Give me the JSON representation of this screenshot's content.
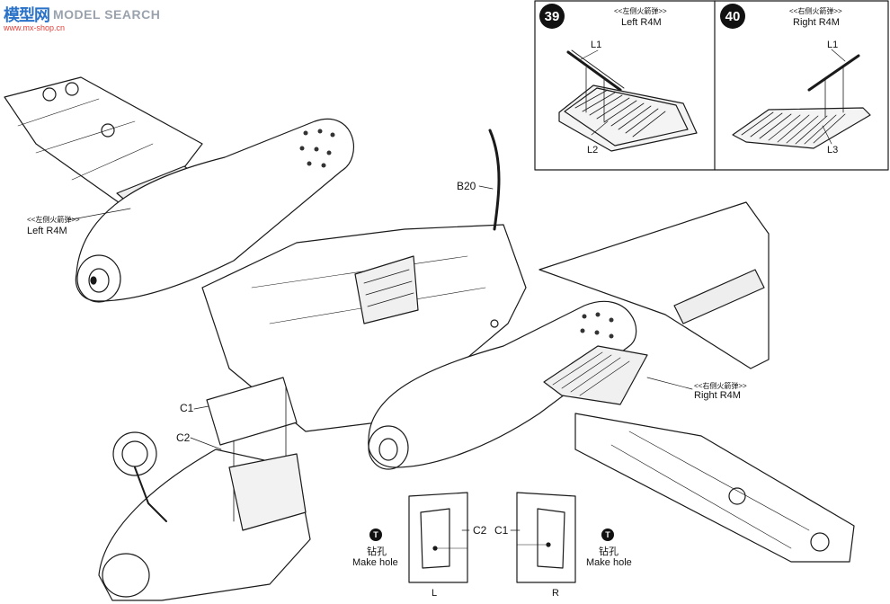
{
  "watermark": {
    "logo_chars": "模型网",
    "word": "MODEL SEARCH",
    "sub": "www.mx-shop.cn"
  },
  "steps": [
    {
      "number": "39",
      "title_cn": "<<左侧火箭弹>>",
      "title_en": "Left R4M",
      "parts": [
        "L1",
        "L2"
      ]
    },
    {
      "number": "40",
      "title_cn": "<<右侧火箭弹>>",
      "title_en": "Right R4M",
      "parts": [
        "L1",
        "L3"
      ]
    }
  ],
  "main": {
    "left_rocket_cn": "<<左侧火箭弹>>",
    "left_rocket_en": "Left R4M",
    "right_rocket_cn": "<<右侧火箭弹>>",
    "right_rocket_en": "Right R4M",
    "part_b20": "B20",
    "part_c1": "C1",
    "part_c2": "C2"
  },
  "insets": {
    "left": {
      "part": "C2",
      "drill_cn": "钻孔",
      "drill_en": "Make hole",
      "side": "L"
    },
    "right": {
      "part": "C1",
      "drill_cn": "钻孔",
      "drill_en": "Make hole",
      "side": "R"
    },
    "drill_icon": "T"
  }
}
